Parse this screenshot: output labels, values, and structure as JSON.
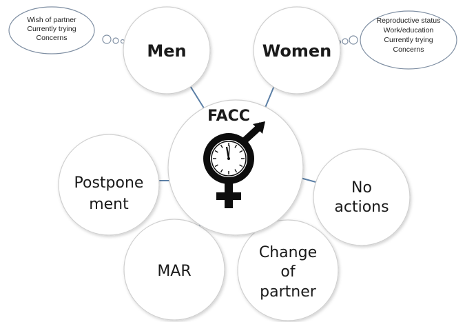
{
  "center": {
    "label": "FACC",
    "icon": "male-female-symbol-with-clock-icon"
  },
  "nodes": {
    "men": "Men",
    "women": "Women",
    "postponement": [
      "Postpone",
      "ment"
    ],
    "no_actions": [
      "No",
      "actions"
    ],
    "mar": "MAR",
    "change_of_partner": [
      "Change",
      "of",
      "partner"
    ]
  },
  "thought_clouds": {
    "men": [
      "Wish of partner",
      "Currently trying",
      "Concerns"
    ],
    "women": [
      "Reproductive status",
      "Work/education",
      "Currently trying",
      "Concerns"
    ]
  },
  "colors": {
    "connector": "#5b7fa6",
    "circle_stroke": "#cfcfcf",
    "symbol": "#0d0d0d"
  }
}
